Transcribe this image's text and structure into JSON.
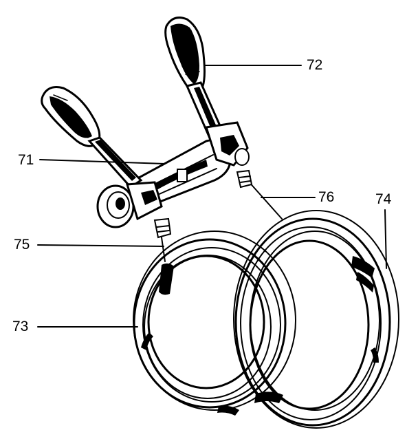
{
  "diagram": {
    "labels": {
      "l71": "71",
      "l72": "72",
      "l73": "73",
      "l74": "74",
      "l75": "75",
      "l76": "76"
    }
  }
}
